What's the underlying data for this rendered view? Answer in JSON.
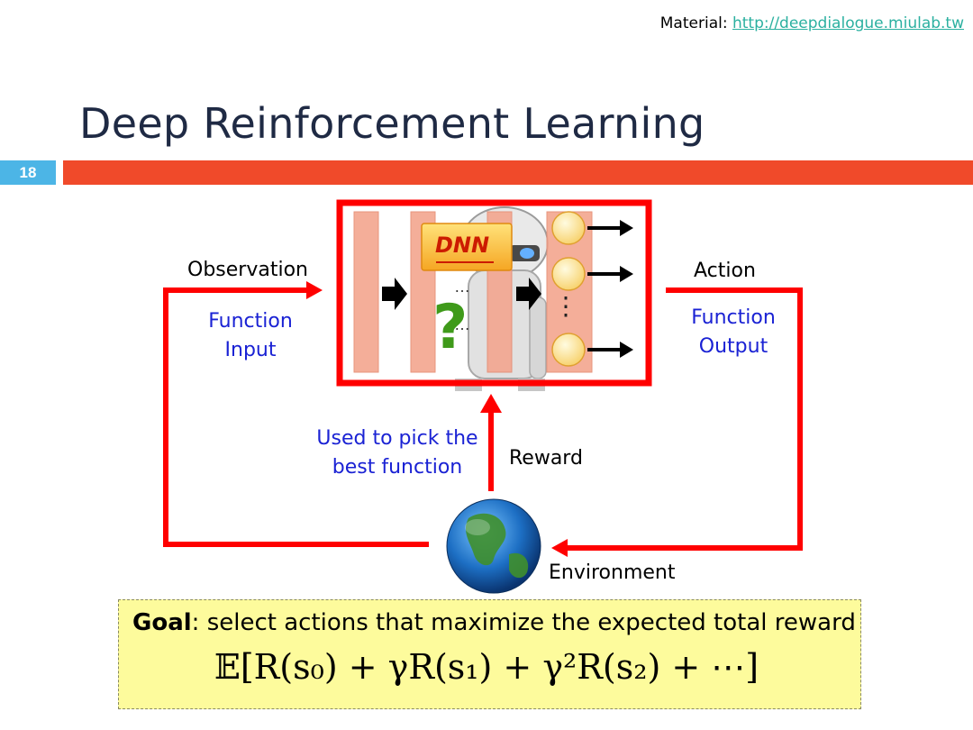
{
  "header": {
    "material_label": "Material:",
    "material_link": "http://deepdialogue.miulab.tw"
  },
  "slide": {
    "title": "Deep Reinforcement Learning",
    "number": "18"
  },
  "diagram": {
    "dnn_label": "DNN",
    "question_mark": "?",
    "observation": "Observation",
    "function_input": [
      "Function",
      "Input"
    ],
    "action": "Action",
    "function_output": [
      "Function",
      "Output"
    ],
    "used_to_pick": [
      "Used to pick the",
      "best function"
    ],
    "reward": "Reward",
    "environment": "Environment",
    "dots_vertical": "⋮",
    "dots_small": "…"
  },
  "goal": {
    "label": "Goal",
    "text": ": select actions that maximize the expected total reward",
    "formula": "𝔼[R(s₀) + γR(s₁) + γ²R(s₂) + ⋯]"
  },
  "colors": {
    "title": "#1f2a44",
    "accent_bar": "#f04a2a",
    "slide_number_bg": "#4cb5e6",
    "loop_arrow": "#ff0000",
    "blue_text": "#1a22d4",
    "goal_bg": "#fdfb9c"
  }
}
